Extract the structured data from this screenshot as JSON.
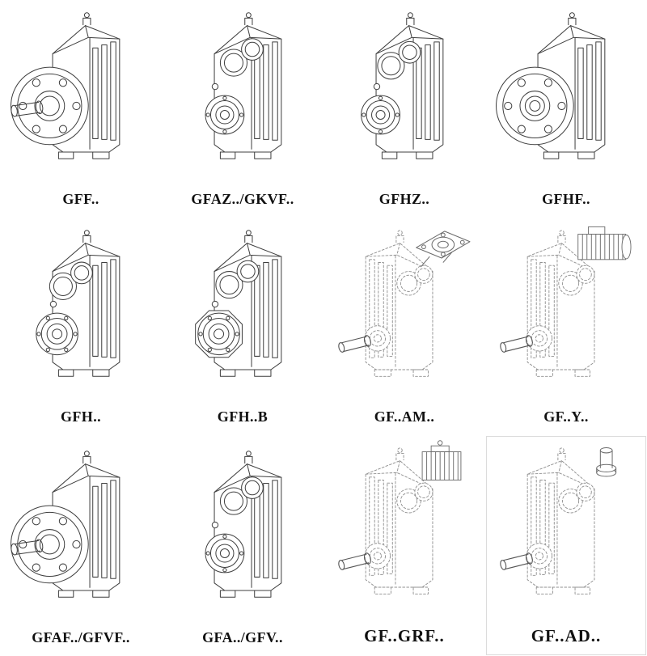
{
  "page": {
    "background": "#ffffff",
    "line_color": "#3f3f3f",
    "phantom_line_color": "#8f8f8f",
    "label_color": "#101010"
  },
  "cells": [
    {
      "label": "GFF..",
      "drawing": "gearbox-flange-output-with-solid-shaft"
    },
    {
      "label": "GFAZ../GKVF..",
      "drawing": "gearbox-shaft-mounted-hollow-output"
    },
    {
      "label": "GFHZ..",
      "drawing": "gearbox-hollow-shaft-rear-view"
    },
    {
      "label": "GFHF..",
      "drawing": "gearbox-flange-hollow-shaft"
    },
    {
      "label": "GFH..",
      "drawing": "gearbox-hollow-shaft"
    },
    {
      "label": "GFH..B",
      "drawing": "gearbox-hollow-shaft-b-flange"
    },
    {
      "label": "GF..AM..",
      "drawing": "gearbox-iec-adapter-phantom"
    },
    {
      "label": "GF..Y..",
      "drawing": "gearbox-mounted-motor-phantom"
    },
    {
      "label": "GFAF../GFVF..",
      "drawing": "gearbox-flange-output-with-solid-shaft"
    },
    {
      "label": "GFA../GFV..",
      "drawing": "gearbox-shaft-mounted-hollow-output"
    },
    {
      "label": "GF..GRF..",
      "drawing": "gearbox-finned-adapter-phantom"
    },
    {
      "label": "GF..AD..",
      "drawing": "gearbox-input-shaft-adapter-phantom"
    }
  ]
}
